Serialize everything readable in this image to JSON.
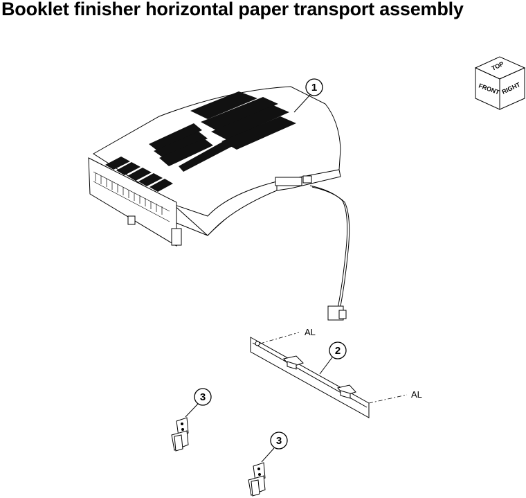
{
  "title": "Booklet finisher horizontal paper transport assembly",
  "orientation_cube": {
    "top": "TOP",
    "front": "FRONT",
    "right": "RIGHT"
  },
  "callouts": [
    {
      "id": "1",
      "label": "1"
    },
    {
      "id": "2",
      "label": "2"
    },
    {
      "id": "3a",
      "label": "3"
    },
    {
      "id": "3b",
      "label": "3"
    }
  ],
  "alignment_labels": {
    "left": "AL",
    "right": "AL"
  }
}
